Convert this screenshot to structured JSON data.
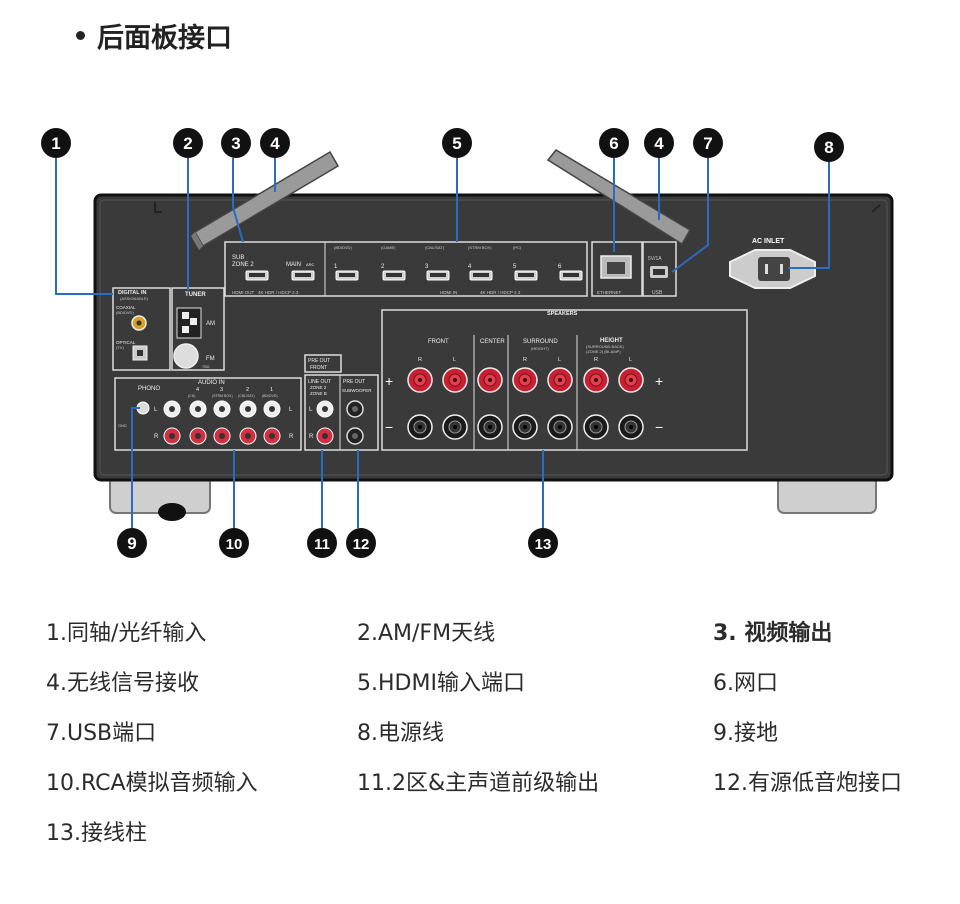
{
  "heading": "后面板接口",
  "callouts": [
    "1",
    "2",
    "3",
    "4",
    "5",
    "6",
    "4",
    "7",
    "8",
    "9",
    "10",
    "11",
    "12",
    "13"
  ],
  "panel_labels": {
    "digital_in": "DIGITAL IN",
    "digital_in_sub": "(ASSIGNABLE)",
    "coaxial": "COAXIAL",
    "coaxial_sub": "(BD/DVD)",
    "optical": "OPTICAL",
    "optical_sub": "(TV)",
    "tuner": "TUNER",
    "am": "AM",
    "fm": "FM",
    "fm_sub": "75Ω",
    "sub_zone2": "SUB",
    "zone2": "ZONE 2",
    "main": "MAIN",
    "arc": "ARC",
    "hdmi_out": "HDMI OUT",
    "hdmi_in": "HDMI IN",
    "hdmi_spec": "4K HDR / HDCP 2.3",
    "hdmi_sources": [
      "(BD/DVD)",
      "(GAME)",
      "(CBL/SAT)",
      "(STRM BOX)",
      "(PC)",
      ""
    ],
    "hdmi_nums": [
      "1",
      "2",
      "3",
      "4",
      "5",
      "6"
    ],
    "ethernet": "ETHERNET",
    "usb_rating": "5V/1A",
    "usb": "USB",
    "ac_inlet": "AC INLET",
    "phono": "PHONO",
    "gnd": "GND",
    "audio_in": "AUDIO IN",
    "audio_nums": [
      "4",
      "3",
      "2",
      "1"
    ],
    "audio_sources": [
      "(CD)",
      "(STRM BOX)",
      "(CBL/SAT)",
      "(BD/DVD)"
    ],
    "l": "L",
    "r": "R",
    "pre_out": "PRE OUT",
    "front": "FRONT",
    "line_out": "LINE OUT",
    "zone2b": "ZONE 2",
    "zone_b": "ZONE B",
    "subwoofer": "SUBWOOFER",
    "speakers": "SPEAKERS",
    "sp_front": "FRONT",
    "sp_center": "CENTER",
    "sp_surround": "SURROUND",
    "sp_surround_sub": "(HEIGHT)",
    "sp_height": "HEIGHT",
    "sp_height_sub": "(SURROUND BACK)",
    "sp_height_sub2": "(ZONE 2)  (BI-AMP)",
    "plus": "+",
    "minus": "−"
  },
  "legend": [
    {
      "text": "1.同轴/光纤输入",
      "bold": false
    },
    {
      "text": "2.AM/FM天线",
      "bold": false
    },
    {
      "text": "3. 视频输出",
      "bold": true
    },
    {
      "text": "4.无线信号接收",
      "bold": false
    },
    {
      "text": "5.HDMI输入端口",
      "bold": false
    },
    {
      "text": "6.网口",
      "bold": false
    },
    {
      "text": "7.USB端口",
      "bold": false
    },
    {
      "text": "8.电源线",
      "bold": false
    },
    {
      "text": "9.接地",
      "bold": false
    },
    {
      "text": "10.RCA模拟音频输入",
      "bold": false
    },
    {
      "text": "11.2区&主声道前级输出",
      "bold": false
    },
    {
      "text": "12.有源低音炮接口",
      "bold": false
    },
    {
      "text": "13.接线柱",
      "bold": false
    }
  ]
}
